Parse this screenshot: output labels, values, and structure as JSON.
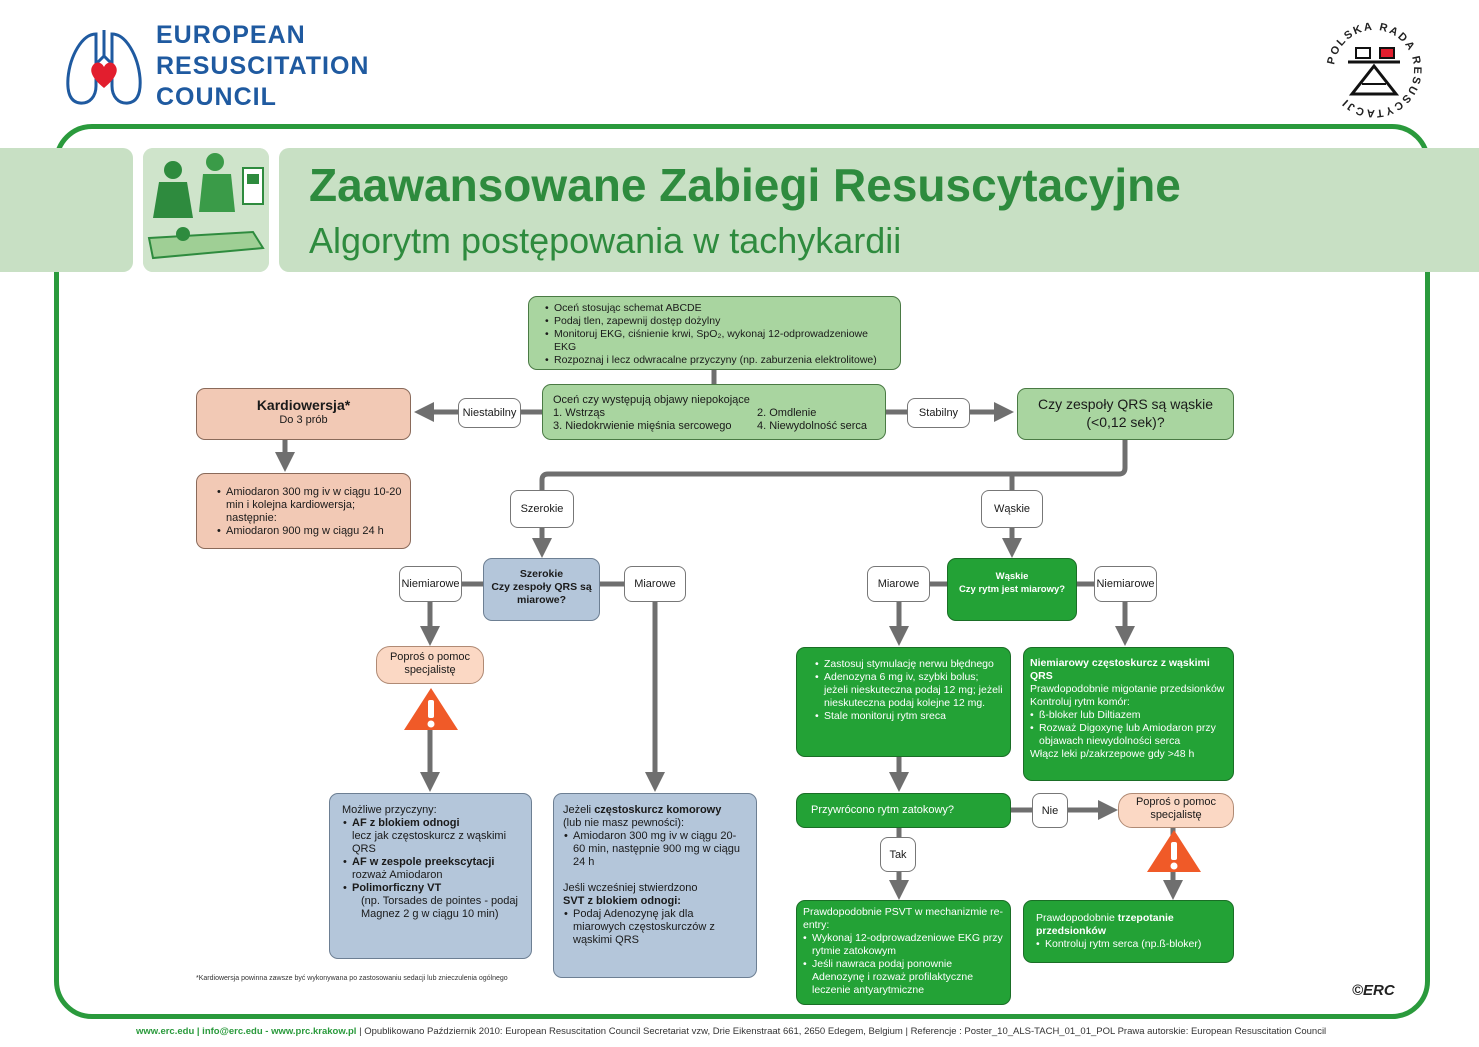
{
  "header": {
    "org_line1": "EUROPEAN",
    "org_line2": "RESUSCITATION",
    "org_line3": "COUNCIL",
    "title": "Zaawansowane Zabiegi Resuscytacyjne",
    "subtitle": "Algorytm postępowania w tachykardii"
  },
  "prc_seal": {
    "ring_text": "POLSKA RADA RESUSCYTACJI"
  },
  "flow": {
    "assess": [
      "Oceń stosując schemat ABCDE",
      "Podaj tlen, zapewnij dostęp dożylny",
      "Monitoruj EKG, ciśnienie krwi, SpO₂, wykonaj 12-odprowadzeniowe EKG",
      "Rozpoznaj i lecz odwracalne przyczyny (np. zaburzenia elektrolitowe)"
    ],
    "danger_title": "Oceń czy występują objawy niepokojące",
    "danger_items": [
      "1. Wstrząs",
      "2. Omdlenie",
      "3. Niedokrwienie mięśnia sercowego",
      "4. Niewydolność serca"
    ],
    "unstable": "Niestabilny",
    "stable": "Stabilny",
    "cardioversion_title": "Kardiowersja*",
    "cardioversion_sub": "Do 3 prób",
    "amiodarone": [
      "Amiodaron 300 mg iv w ciągu 10-20 min i kolejna kardiowersja; następnie:",
      "Amiodaron 900 mg w ciągu 24 h"
    ],
    "qrs_question": "Czy zespoły QRS są wąskie (<0,12 sek)?",
    "broad": "Szerokie",
    "narrow": "Wąskie",
    "broad_q_title": "Szerokie",
    "broad_q_text": "Czy zespoły QRS są miarowe?",
    "narrow_q_title": "Wąskie",
    "narrow_q_text": "Czy rytm jest miarowy?",
    "irregular": "Niemiarowe",
    "regular": "Miarowe",
    "seek_help": "Poproś o pomoc specjalistę",
    "possible_title": "Możliwe przyczyny:",
    "possible": [
      {
        "b": "AF z blokiem odnogi",
        "t": "lecz jak częstoskurcz z wąskimi QRS"
      },
      {
        "b": "AF w zespole preekscytacji",
        "t": "rozważ Amiodaron"
      },
      {
        "b": "Polimorficzny VT",
        "t": "(np. Torsades de pointes - podaj Magnez 2 g w ciągu 10 min)"
      }
    ],
    "vt_pre": "Jeżeli ",
    "vt_b": "częstoskurcz komorowy",
    "vt_post": "(lub nie masz pewności):",
    "vt_item": "Amiodaron 300 mg iv w ciągu 20-60 min, następnie 900 mg w ciągu 24 h",
    "svt_pre": "Jeśli wcześniej stwierdzono",
    "svt_b": "SVT z blokiem odnogi:",
    "svt_item": "Podaj Adenozynę jak dla miarowych częstoskurczów z wąskimi QRS",
    "vagal": [
      "Zastosuj stymulację nerwu błędnego",
      "Adenozyna 6 mg iv, szybki bolus; jeżeli nieskuteczna podaj 12 mg; jeżeli nieskuteczna podaj kolejne 12 mg.",
      "Stale monitoruj rytm sreca"
    ],
    "irr_title": "Niemiarowy częstoskurcz z wąskimi QRS",
    "irr_l1": "Prawdopodobnie migotanie przedsionków",
    "irr_l2": "Kontroluj rytm komór:",
    "irr_items": [
      "ß-bloker lub Diltiazem",
      "Rozważ Digoxynę lub Amiodaron przy objawach niewydolności serca"
    ],
    "irr_l3": "Włącz leki p/zakrzepowe gdy >48 h",
    "sinus_q": "Przywrócono rytm zatokowy?",
    "no": "Nie",
    "yes": "Tak",
    "psvt_title": "Prawdopodobnie PSVT w mechanizmie re-entry:",
    "psvt_items": [
      "Wykonaj 12-odprowadzeniowe EKG przy rytmie zatokowym",
      "Jeśli nawraca podaj ponownie Adenozynę i rozważ profilaktyczne leczenie antyarytmiczne"
    ],
    "flutter_pre": "Prawdopodobnie ",
    "flutter_b": "trzepotanie przedsionków",
    "flutter_item": "Kontroluj rytm serca (np.ß-bloker)"
  },
  "footnote": "*Kardiowersja powinna zawsze być wykonywana po zastosowaniu sedacji lub znieczulenia ogólnego",
  "footer": {
    "links": "www.erc.edu | info@erc.edu - www.prc.krakow.pl",
    "text": " | Opublikowano Październik 2010: European Resuscitation Council Secretariat vzw, Drie Eikenstraat 661, 2650 Edegem, Belgium | Referencje : Poster_10_ALS-TACH_01_01_POL  Prawa autorskie: European Resuscitation Council"
  },
  "erc_mark": "©ERC",
  "colors": {
    "frame_green": "#2a9a3c",
    "band_green": "#c8e0c4",
    "dark_green": "#23a236",
    "light_green": "#a9d5a0",
    "salmon": "#f2c9b5",
    "blue_grey": "#b4c6da",
    "warning_orange": "#f05a28",
    "arrow_grey": "#6f6f6f",
    "erc_blue": "#1f5aa0"
  },
  "icons": [
    "lungs-heart-logo",
    "prc-seal",
    "warning-triangle-icon"
  ]
}
